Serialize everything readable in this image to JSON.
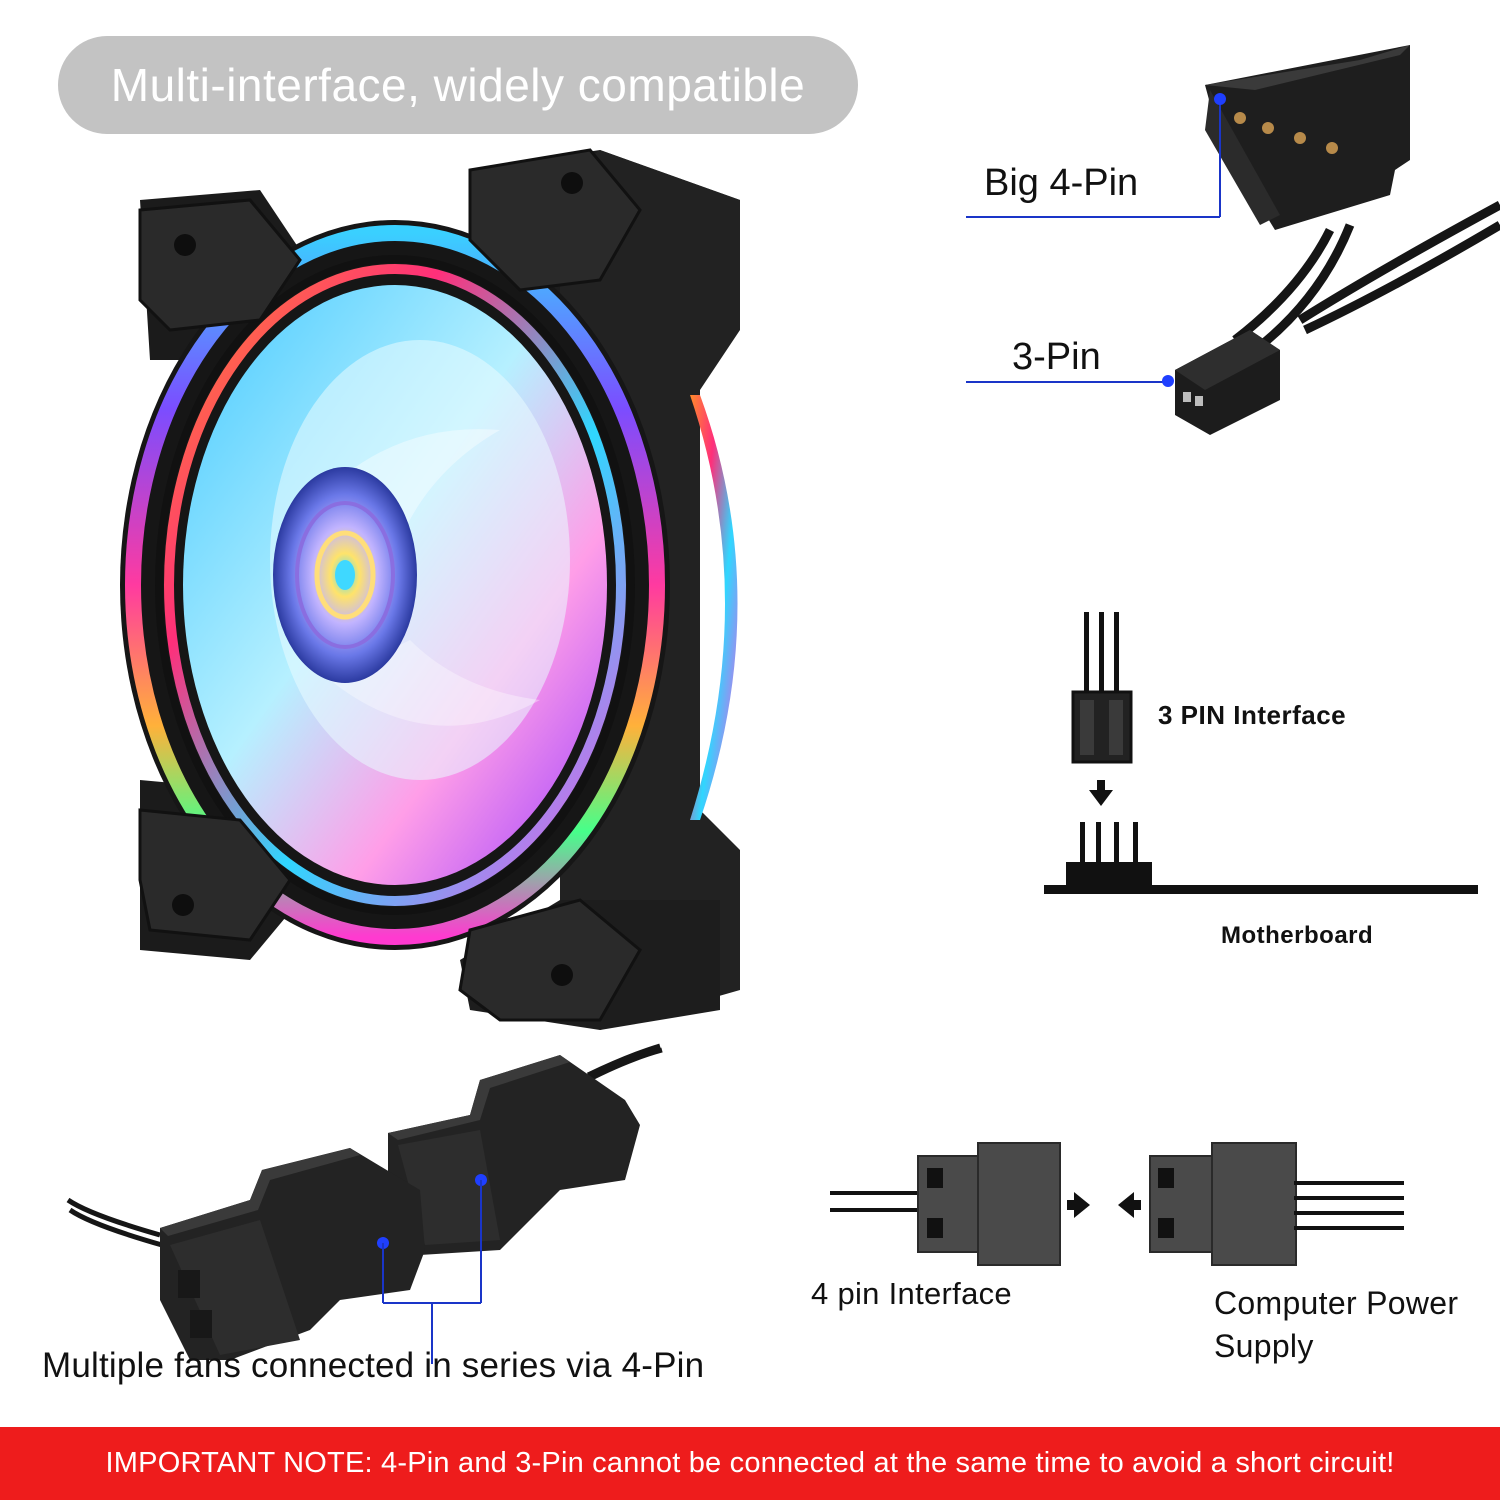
{
  "header": {
    "title": "Multi-interface, widely compatible"
  },
  "connector_labels": {
    "big_4pin": "Big 4-Pin",
    "three_pin": "3-Pin"
  },
  "motherboard_diagram": {
    "interface_label": "3 PIN Interface",
    "board_label": "Motherboard"
  },
  "psu_diagram": {
    "fan_side_label": "4 pin Interface",
    "psu_side_label": "Computer Power Supply"
  },
  "series_caption": "Multiple fans connected in series via 4-Pin",
  "important_note": "IMPORTANT NOTE: 4-Pin and 3-Pin cannot be connected at the same time to avoid a short circuit!",
  "colors": {
    "note_background": "#ee1c1c",
    "title_pill_background": "#c3c3c3",
    "callout_line": "#1a35c8",
    "callout_dot": "#1f3fff"
  },
  "icons": [
    "rgb-fan-icon",
    "molex-4pin-connector-icon",
    "3pin-connector-icon",
    "arrow-down-icon",
    "arrow-right-icon",
    "arrow-left-icon"
  ]
}
